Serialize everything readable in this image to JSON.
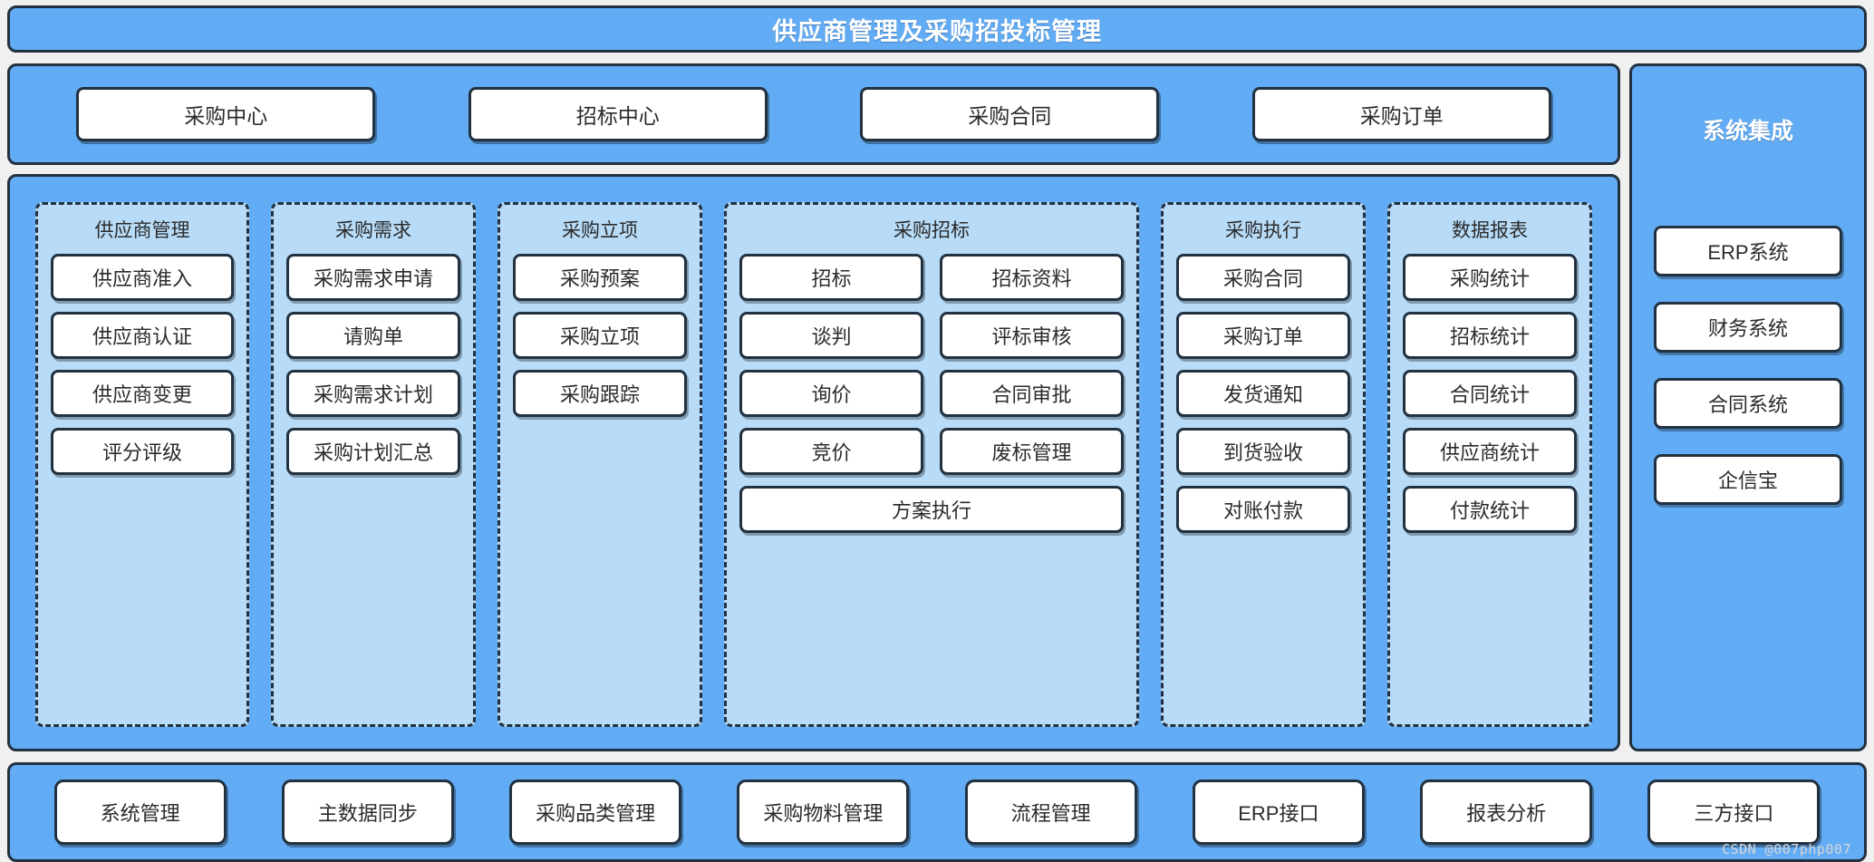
{
  "header": {
    "title": "供应商管理及采购招投标管理"
  },
  "channels": {
    "items": [
      {
        "label": "采购中心"
      },
      {
        "label": "招标中心"
      },
      {
        "label": "采购合同"
      },
      {
        "label": "采购订单"
      }
    ]
  },
  "core": {
    "groups": [
      {
        "title": "供应商管理",
        "layout": "single",
        "items": [
          "供应商准入",
          "供应商认证",
          "供应商变更",
          "评分评级"
        ]
      },
      {
        "title": "采购需求",
        "layout": "single",
        "items": [
          "采购需求申请",
          "请购单",
          "采购需求计划",
          "采购计划汇总"
        ]
      },
      {
        "title": "采购立项",
        "layout": "single",
        "items": [
          "采购预案",
          "采购立项",
          "采购跟踪"
        ]
      },
      {
        "title": "采购招标",
        "layout": "grid2",
        "items": [
          "招标",
          "招标资料",
          "谈判",
          "评标审核",
          "询价",
          "合同审批",
          "竞价",
          "废标管理",
          "方案执行"
        ]
      },
      {
        "title": "采购执行",
        "layout": "single",
        "items": [
          "采购合同",
          "采购订单",
          "发货通知",
          "到货验收",
          "对账付款"
        ]
      },
      {
        "title": "数据报表",
        "layout": "single",
        "items": [
          "采购统计",
          "招标统计",
          "合同统计",
          "供应商统计",
          "付款统计"
        ]
      }
    ]
  },
  "system_integration": {
    "title": "系统集成",
    "items": [
      "ERP系统",
      "财务系统",
      "合同系统",
      "企信宝"
    ]
  },
  "platform": {
    "items": [
      {
        "label": "系统管理"
      },
      {
        "label": "主数据同步"
      },
      {
        "label": "采购品类管理"
      },
      {
        "label": "采购物料管理"
      },
      {
        "label": "流程管理"
      },
      {
        "label": "ERP接口"
      },
      {
        "label": "报表分析"
      },
      {
        "label": "三方接口"
      }
    ]
  },
  "watermark": {
    "text": "CSDN @007php007"
  },
  "colors": {
    "blue": "#62ACF5",
    "light_blue": "#B8DCF8",
    "border": "#22313f",
    "white": "#ffffff",
    "page_background": "#f0f0f0"
  }
}
